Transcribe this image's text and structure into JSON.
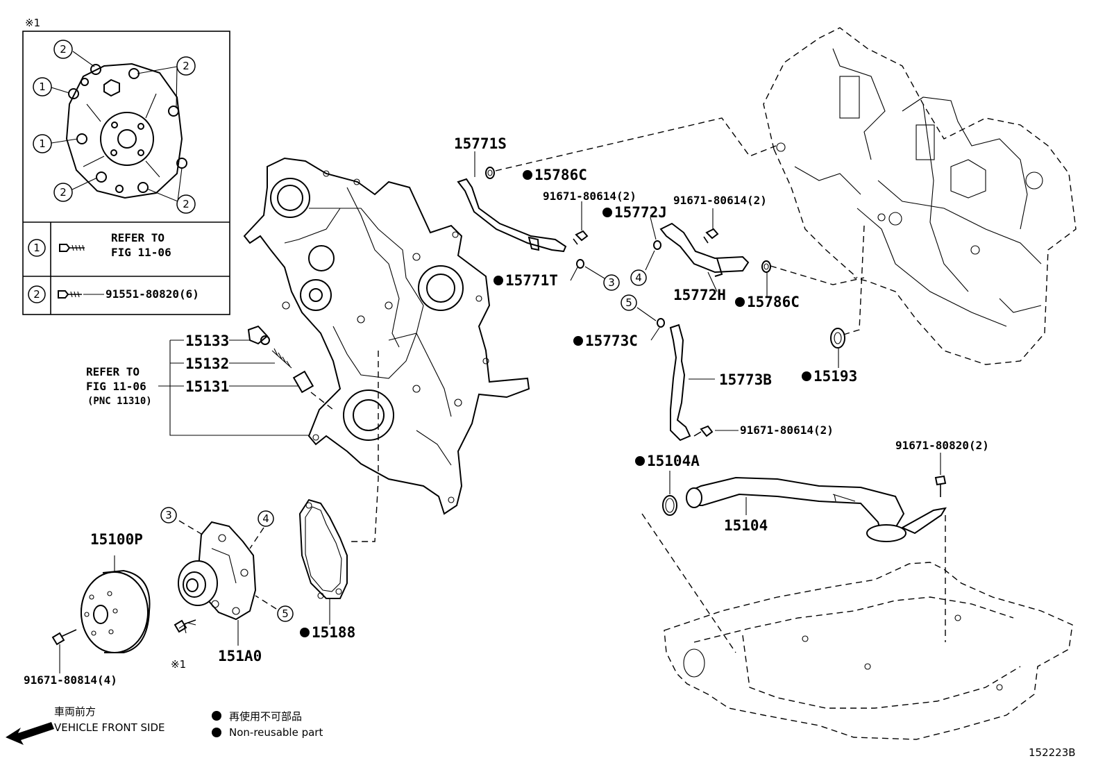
{
  "inset": {
    "marker": "※1",
    "rows": [
      {
        "num": "1",
        "text_line1": "REFER TO",
        "text_line2": "FIG 11-06"
      },
      {
        "num": "2",
        "text": "91551-80820(6)"
      }
    ],
    "callouts": [
      "1",
      "2"
    ]
  },
  "parts": {
    "p15771S": "15771S",
    "p15786C_top": "15786C",
    "p91671_80614_a": "91671-80614(2)",
    "p15772J": "15772J",
    "p91671_80614_b": "91671-80614(2)",
    "p15771T": "15771T",
    "c3": "3",
    "c4": "4",
    "p15772H": "15772H",
    "p15786C_right": "15786C",
    "c5": "5",
    "p15773C": "15773C",
    "p15773B": "15773B",
    "p15193": "15193",
    "p91671_80614_c": "91671-80614(2)",
    "p15104A": "15104A",
    "p91671_80820": "91671-80820(2)",
    "p15104": "15104",
    "p15133": "15133",
    "p15132": "15132",
    "p15131": "15131",
    "refer_line1": "REFER TO",
    "refer_line2": "FIG 11-06",
    "refer_line3": "(PNC 11310)",
    "p15100P": "15100P",
    "p91671_80814": "91671-80814(4)",
    "c3b": "3",
    "c4b": "4",
    "c5b": "5",
    "p151A0": "151A0",
    "p15188": "15188",
    "marker1": "※1"
  },
  "legend": {
    "front_jp": "車両前方",
    "front_en": "VEHICLE FRONT SIDE",
    "nonreuse_jp": "再使用不可部品",
    "nonreuse_en": "Non-reusable part"
  },
  "figure_id": "152223B"
}
